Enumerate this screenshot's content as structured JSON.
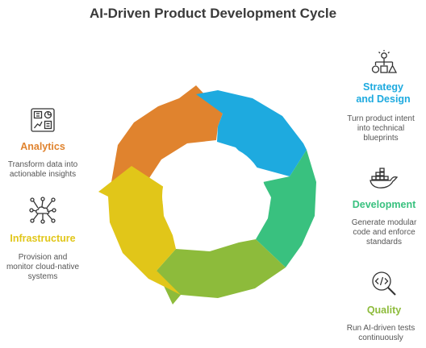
{
  "title": "AI-Driven Product Development Cycle",
  "colors": {
    "strategy": "#1eaadf",
    "development": "#39c17f",
    "quality": "#8dbb3b",
    "infrastructure": "#e1c619",
    "analytics": "#e0832e"
  },
  "stages": {
    "strategy": {
      "title": "Strategy and Design",
      "desc_line1": "Turn product intent",
      "desc_line2": "into technical",
      "desc_line3": "blueprints",
      "icon": "org-chart-icon"
    },
    "development": {
      "title": "Development",
      "desc_line1": "Generate modular",
      "desc_line2": "code and enforce",
      "desc_line3": "standards",
      "icon": "docker-whale-icon"
    },
    "quality": {
      "title": "Quality",
      "desc_line1": "Run AI-driven tests",
      "desc_line2": "continuously",
      "icon": "code-magnifier-icon"
    },
    "infrastructure": {
      "title": "Infrastructure",
      "desc_line1": "Provision and",
      "desc_line2": "monitor cloud-native",
      "desc_line3": "systems",
      "icon": "cloud-network-icon"
    },
    "analytics": {
      "title": "Analytics",
      "desc_line1": "Transform data into",
      "desc_line2": "actionable insights",
      "icon": "dashboard-icon"
    }
  }
}
